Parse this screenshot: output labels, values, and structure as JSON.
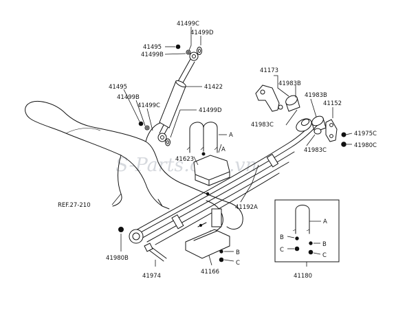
{
  "watermark": "S-Parts.com.vn",
  "part_labels": {
    "p41499C_top": "41499C",
    "p41499D_top": "41499D",
    "p41495_top": "41495",
    "p41499B_top": "41499B",
    "p41422": "41422",
    "p41495_mid": "41495",
    "p41499B_mid": "41499B",
    "p41499C_mid": "41499C",
    "p41499D_mid": "41499D",
    "letter_A_upper": "A",
    "letter_A_lower": "A",
    "p41623": "41623",
    "ref": "REF.27-210",
    "p41173": "41173",
    "p41983B_1": "41983B",
    "p41983B_2": "41983B",
    "p41152": "41152",
    "p41983C_1": "41983C",
    "p41983C_2": "41983C",
    "p41975C": "41975C",
    "p41980C": "41980C",
    "p41192A": "41192A",
    "p41980B": "41980B",
    "p41974": "41974",
    "p41166": "41166",
    "letter_B_bracket": "B",
    "letter_C_bracket": "C",
    "p41180": "41180"
  },
  "kit_box": {
    "letter_A": "A",
    "letter_B_left": "B",
    "letter_B_right": "B",
    "letter_C_left": "C",
    "letter_C_right": "C"
  }
}
